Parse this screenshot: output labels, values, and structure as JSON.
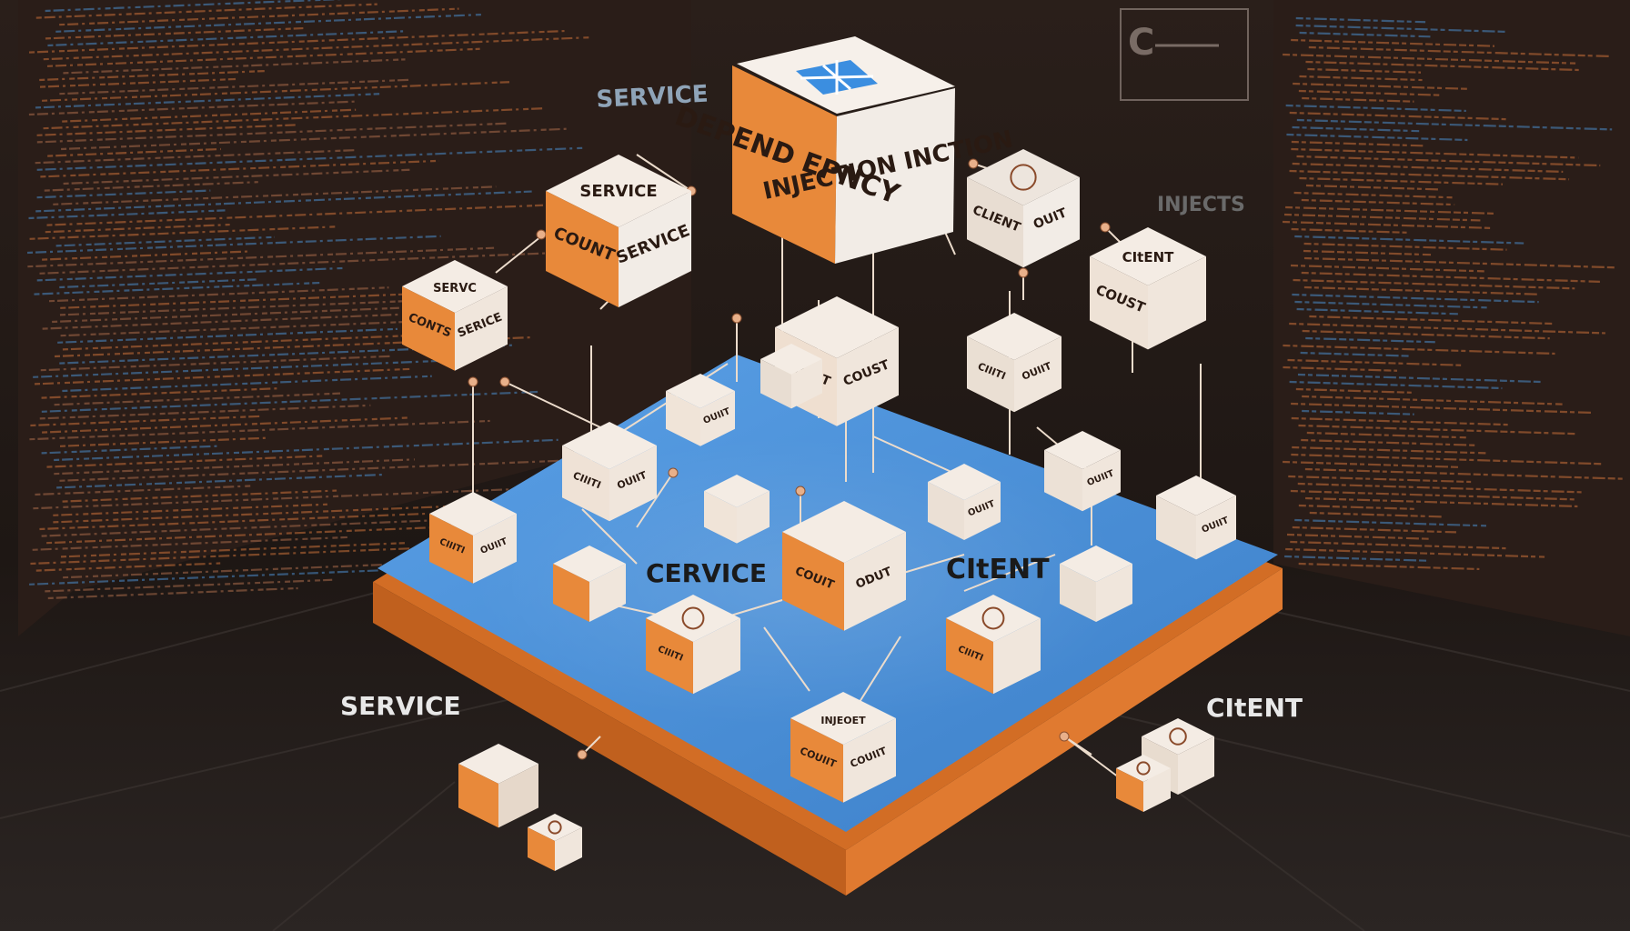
{
  "scene": {
    "colors": {
      "background": "#1a1412",
      "wall_text_orange": "#c8703a",
      "wall_text_blue": "#4a8ac8",
      "platform_top": "#4a90d9",
      "platform_side": "#d9702a",
      "cube_light": "#f0e8e0",
      "cube_orange": "#e8893a",
      "wire": "#e8d8c8",
      "label_light": "#e8e8e8",
      "label_dark": "#1a1a1a"
    },
    "main_cube": {
      "line1": "DEPEND EPNCY",
      "line2": "INJECTION INCTION",
      "logo_icon": "star-logo-icon"
    },
    "floating_labels": {
      "service_top": "SERVICE",
      "service_mid": "CERVICE",
      "client_mid": "CItENT",
      "service_bottom": "SERVICE",
      "client_bottom": "CItENT",
      "injects": "INJECTS"
    },
    "cube_labels": {
      "service_cube_top": "SERVICE",
      "service_cube_face1": "COUNT",
      "service_cube_face2": "SERVICE",
      "left_cube_top": "SERVC",
      "left_cube_face1": "CONTS",
      "left_cube_face2": "SERICE",
      "client_cube_face1": "CLIENT",
      "client_cube_face2": "OUIT",
      "right_cube_top": "CItENT",
      "right_cube_face1": "COUST",
      "center_cube_face1": "COUST",
      "center_cube_face2": "COUST",
      "client2_face1": "CIIITI",
      "client2_face2": "OUIIT",
      "platform_center1": "COUIT",
      "platform_center2": "ODUT",
      "inject_cube_top": "INJEOET",
      "inject_cube_face": "COUIIT"
    }
  }
}
